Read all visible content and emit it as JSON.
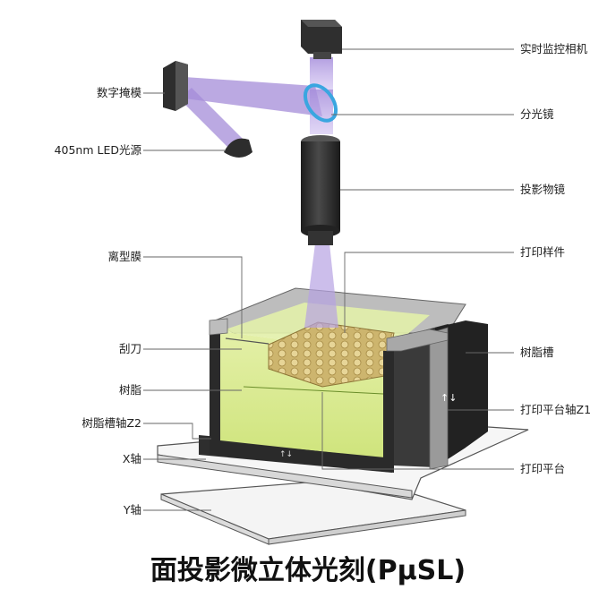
{
  "labels": {
    "camera": "实时监控相机",
    "dmd": "数字掩模",
    "led": "405nm LED光源",
    "splitter": "分光镜",
    "lens": "投影物镜",
    "release_film": "离型膜",
    "printed_part": "打印样件",
    "scraper": "刮刀",
    "resin": "树脂",
    "resin_tank": "树脂槽",
    "tank_axis": "树脂槽轴Z2",
    "platform_axis": "打印平台轴Z1",
    "x_axis": "X轴",
    "platform": "打印平台",
    "y_axis": "Y轴"
  },
  "axis_marks": {
    "z1_arrows": "↑↓",
    "z2_arrows": "↑↓"
  },
  "title": "面投影微立体光刻(PµSL)",
  "colors": {
    "light_beam": "#9b7fd4",
    "resin": "#d6ea8a",
    "part": "#c9a86a",
    "dark": "#2b2b2b",
    "gray": "#9a9a9a"
  }
}
